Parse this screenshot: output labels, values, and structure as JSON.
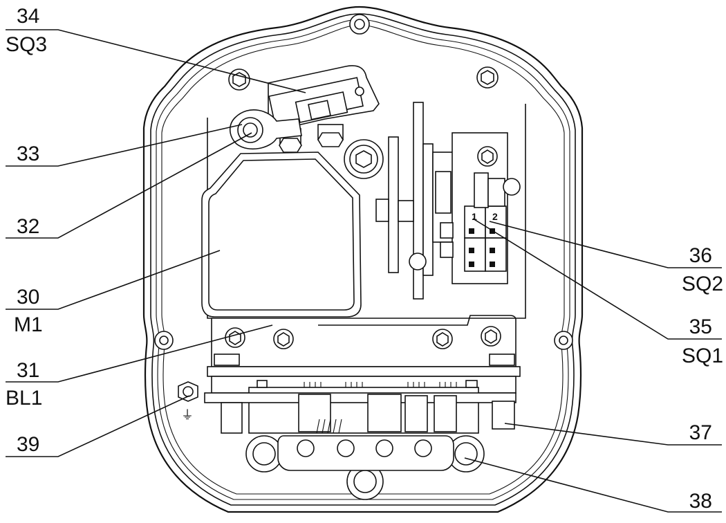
{
  "callouts": {
    "c34": {
      "number": "34",
      "code": "SQ3"
    },
    "c33": {
      "number": "33"
    },
    "c32": {
      "number": "32"
    },
    "c30": {
      "number": "30",
      "code": "M1"
    },
    "c31": {
      "number": "31",
      "code": "BL1"
    },
    "c39": {
      "number": "39"
    },
    "c36": {
      "number": "36",
      "code": "SQ2"
    },
    "c35": {
      "number": "35",
      "code": "SQ1"
    },
    "c37": {
      "number": "37"
    },
    "c38": {
      "number": "38"
    }
  },
  "switch_marks": {
    "sw1": "1",
    "sw2": "2"
  },
  "ground_symbol": "⏚"
}
